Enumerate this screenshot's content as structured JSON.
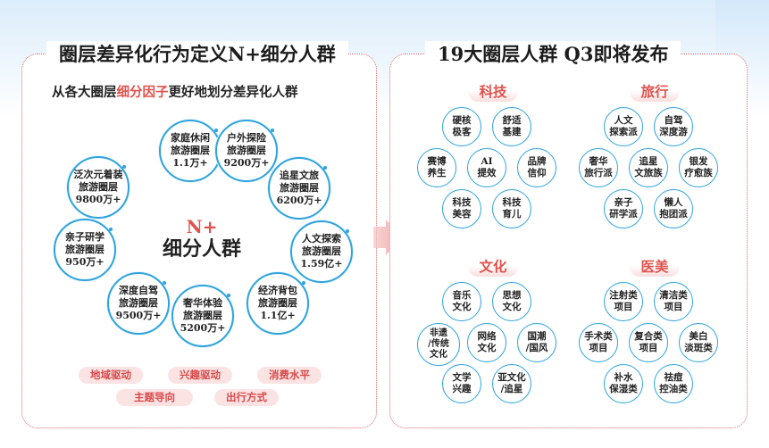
{
  "left": {
    "title": "圈层差异化行为定义N+细分人群",
    "subtitle_pre": "从各大圈层",
    "subtitle_hl": "细分因子",
    "subtitle_post": "更好地划分差异化人群",
    "center_top": "N+",
    "center_bottom": "细分人群",
    "circles": [
      {
        "l1": "家庭休闲",
        "l2": "旅游圈层",
        "l3": "1.1万+"
      },
      {
        "l1": "户外探险",
        "l2": "旅游圈层",
        "l3": "9200万+"
      },
      {
        "l1": "追星文旅",
        "l2": "旅游圈层",
        "l3": "6200万+"
      },
      {
        "l1": "人文探索",
        "l2": "旅游圈层",
        "l3": "1.59亿+"
      },
      {
        "l1": "经济背包",
        "l2": "旅游圈层",
        "l3": "1.1亿+"
      },
      {
        "l1": "奢华体验",
        "l2": "旅游圈层",
        "l3": "5200万+"
      },
      {
        "l1": "深度自驾",
        "l2": "旅游圈层",
        "l3": "9500万+"
      },
      {
        "l1": "亲子研学",
        "l2": "旅游圈层",
        "l3": "950万+"
      },
      {
        "l1": "泛次元着装",
        "l2": "旅游圈层",
        "l3": "9800万+"
      }
    ],
    "pills": [
      "地域驱动",
      "兴趣驱动",
      "消费水平",
      "主题导向",
      "出行方式"
    ]
  },
  "right": {
    "title": "19大圈层人群  Q3即将发布",
    "categories": [
      {
        "name": "科技",
        "items": [
          "硬核\n极客",
          "舒适\n基建",
          "赛博\n养生",
          "AI\n提效",
          "品牌\n信仰",
          "科技\n美容",
          "科技\n育儿"
        ]
      },
      {
        "name": "旅行",
        "items": [
          "人文\n探索派",
          "自驾\n深度游",
          "奢华\n旅行派",
          "追星\n文旅族",
          "银发\n疗愈族",
          "亲子\n研学派",
          "懒人\n抱团派"
        ]
      },
      {
        "name": "文化",
        "items": [
          "音乐\n文化",
          "思想\n文化",
          "非遗\n/传统\n文化",
          "网络\n文化",
          "国潮\n/国风",
          "文学\n兴趣",
          "亚文化\n/追星"
        ]
      },
      {
        "name": "医美",
        "items": [
          "注射类\n项目",
          "清洁类\n项目",
          "手术类\n项目",
          "复合类\n项目",
          "美白\n淡斑类",
          "补水\n保湿类",
          "祛痘\n控油类"
        ]
      }
    ]
  },
  "colors": {
    "accent": "#e0524d",
    "ring": "#2ea3dd",
    "pill_bg": "#fbe3e3"
  }
}
